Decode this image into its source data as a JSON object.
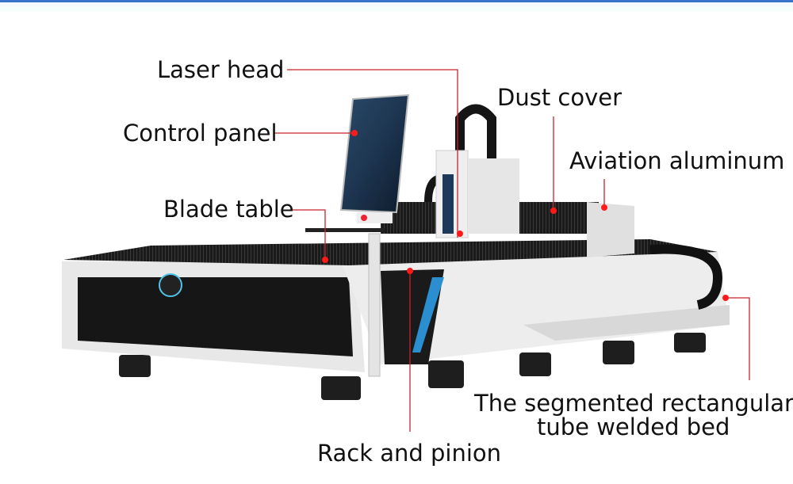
{
  "labels": {
    "laser_head": "Laser head",
    "control_panel": "Control panel",
    "dust_cover": "Dust cover",
    "aviation_aluminum": "Aviation aluminum",
    "blade_table": "Blade table",
    "rack_and_pinion": "Rack and pinion",
    "bed_line1": "The segmented rectangular",
    "bed_line2": "tube welded bed"
  },
  "colors": {
    "leader_line": "#c8232c",
    "dot": "#ff1a1a",
    "accent_blue": "#3a73cc"
  }
}
